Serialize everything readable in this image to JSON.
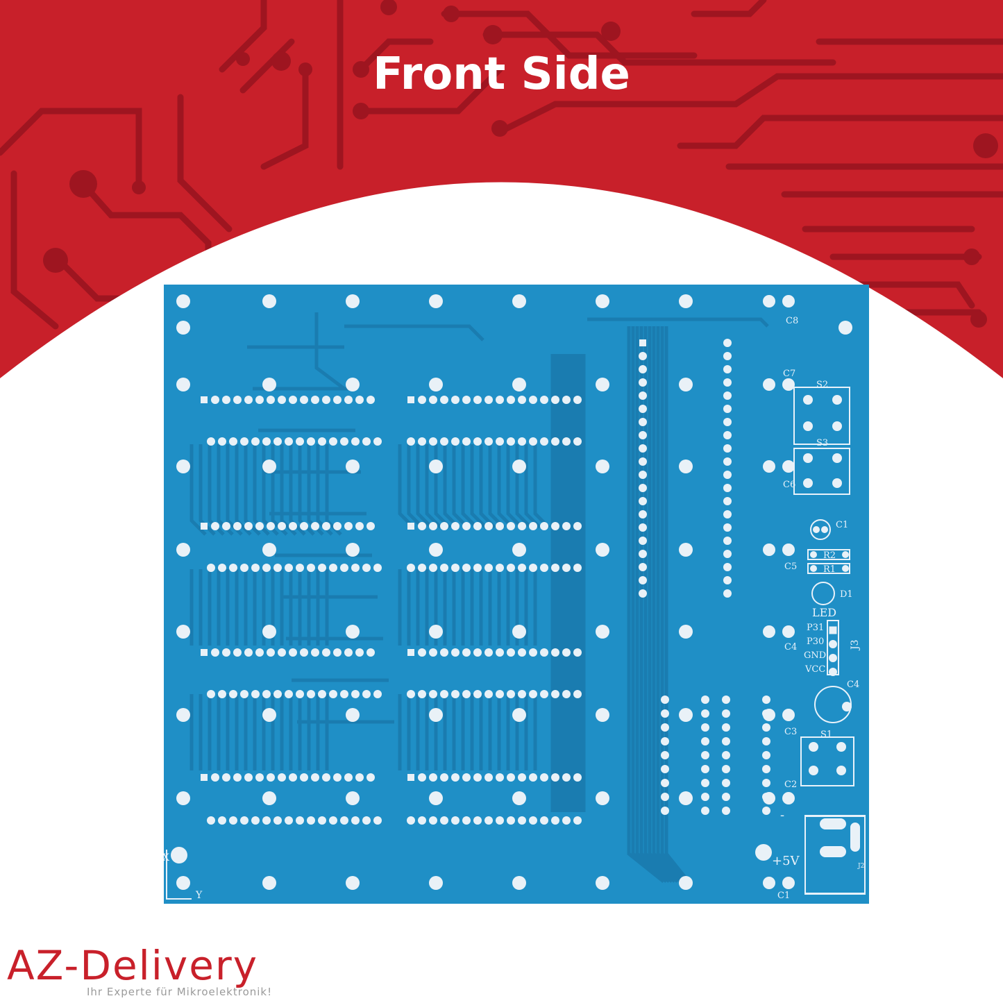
{
  "header": {
    "title": "Front Side"
  },
  "colors": {
    "banner_red": "#c8202a",
    "banner_trace": "#9e1520",
    "pcb_blue": "#1f8fc6",
    "pcb_trace": "#1a7cb0",
    "pad": "#e9f1f7",
    "logo_red": "#c8202a"
  },
  "pcb_labels": {
    "c8": "C8",
    "c7": "C7",
    "s2": "S2",
    "s3": "S3",
    "c6": "C6",
    "c1_top": "C1",
    "r2": "R2",
    "r1": "R1",
    "c5": "C5",
    "d1": "D1",
    "led": "LED",
    "p31": "P31",
    "p30": "P30",
    "gnd": "GND",
    "vcc": "VCC",
    "j3": "J3",
    "c4_small": "C4",
    "c4_big": "C4",
    "c3": "C3",
    "s1": "S1",
    "c2": "C2",
    "minus": "-",
    "plus5v": "+5V",
    "c1_bottom": "C1",
    "j2": "J2",
    "axis_x": "X",
    "axis_y": "Y"
  },
  "brand": {
    "logo_text": "AZ-Delivery",
    "tagline": "Ihr Experte für Mikroelektronik!"
  }
}
